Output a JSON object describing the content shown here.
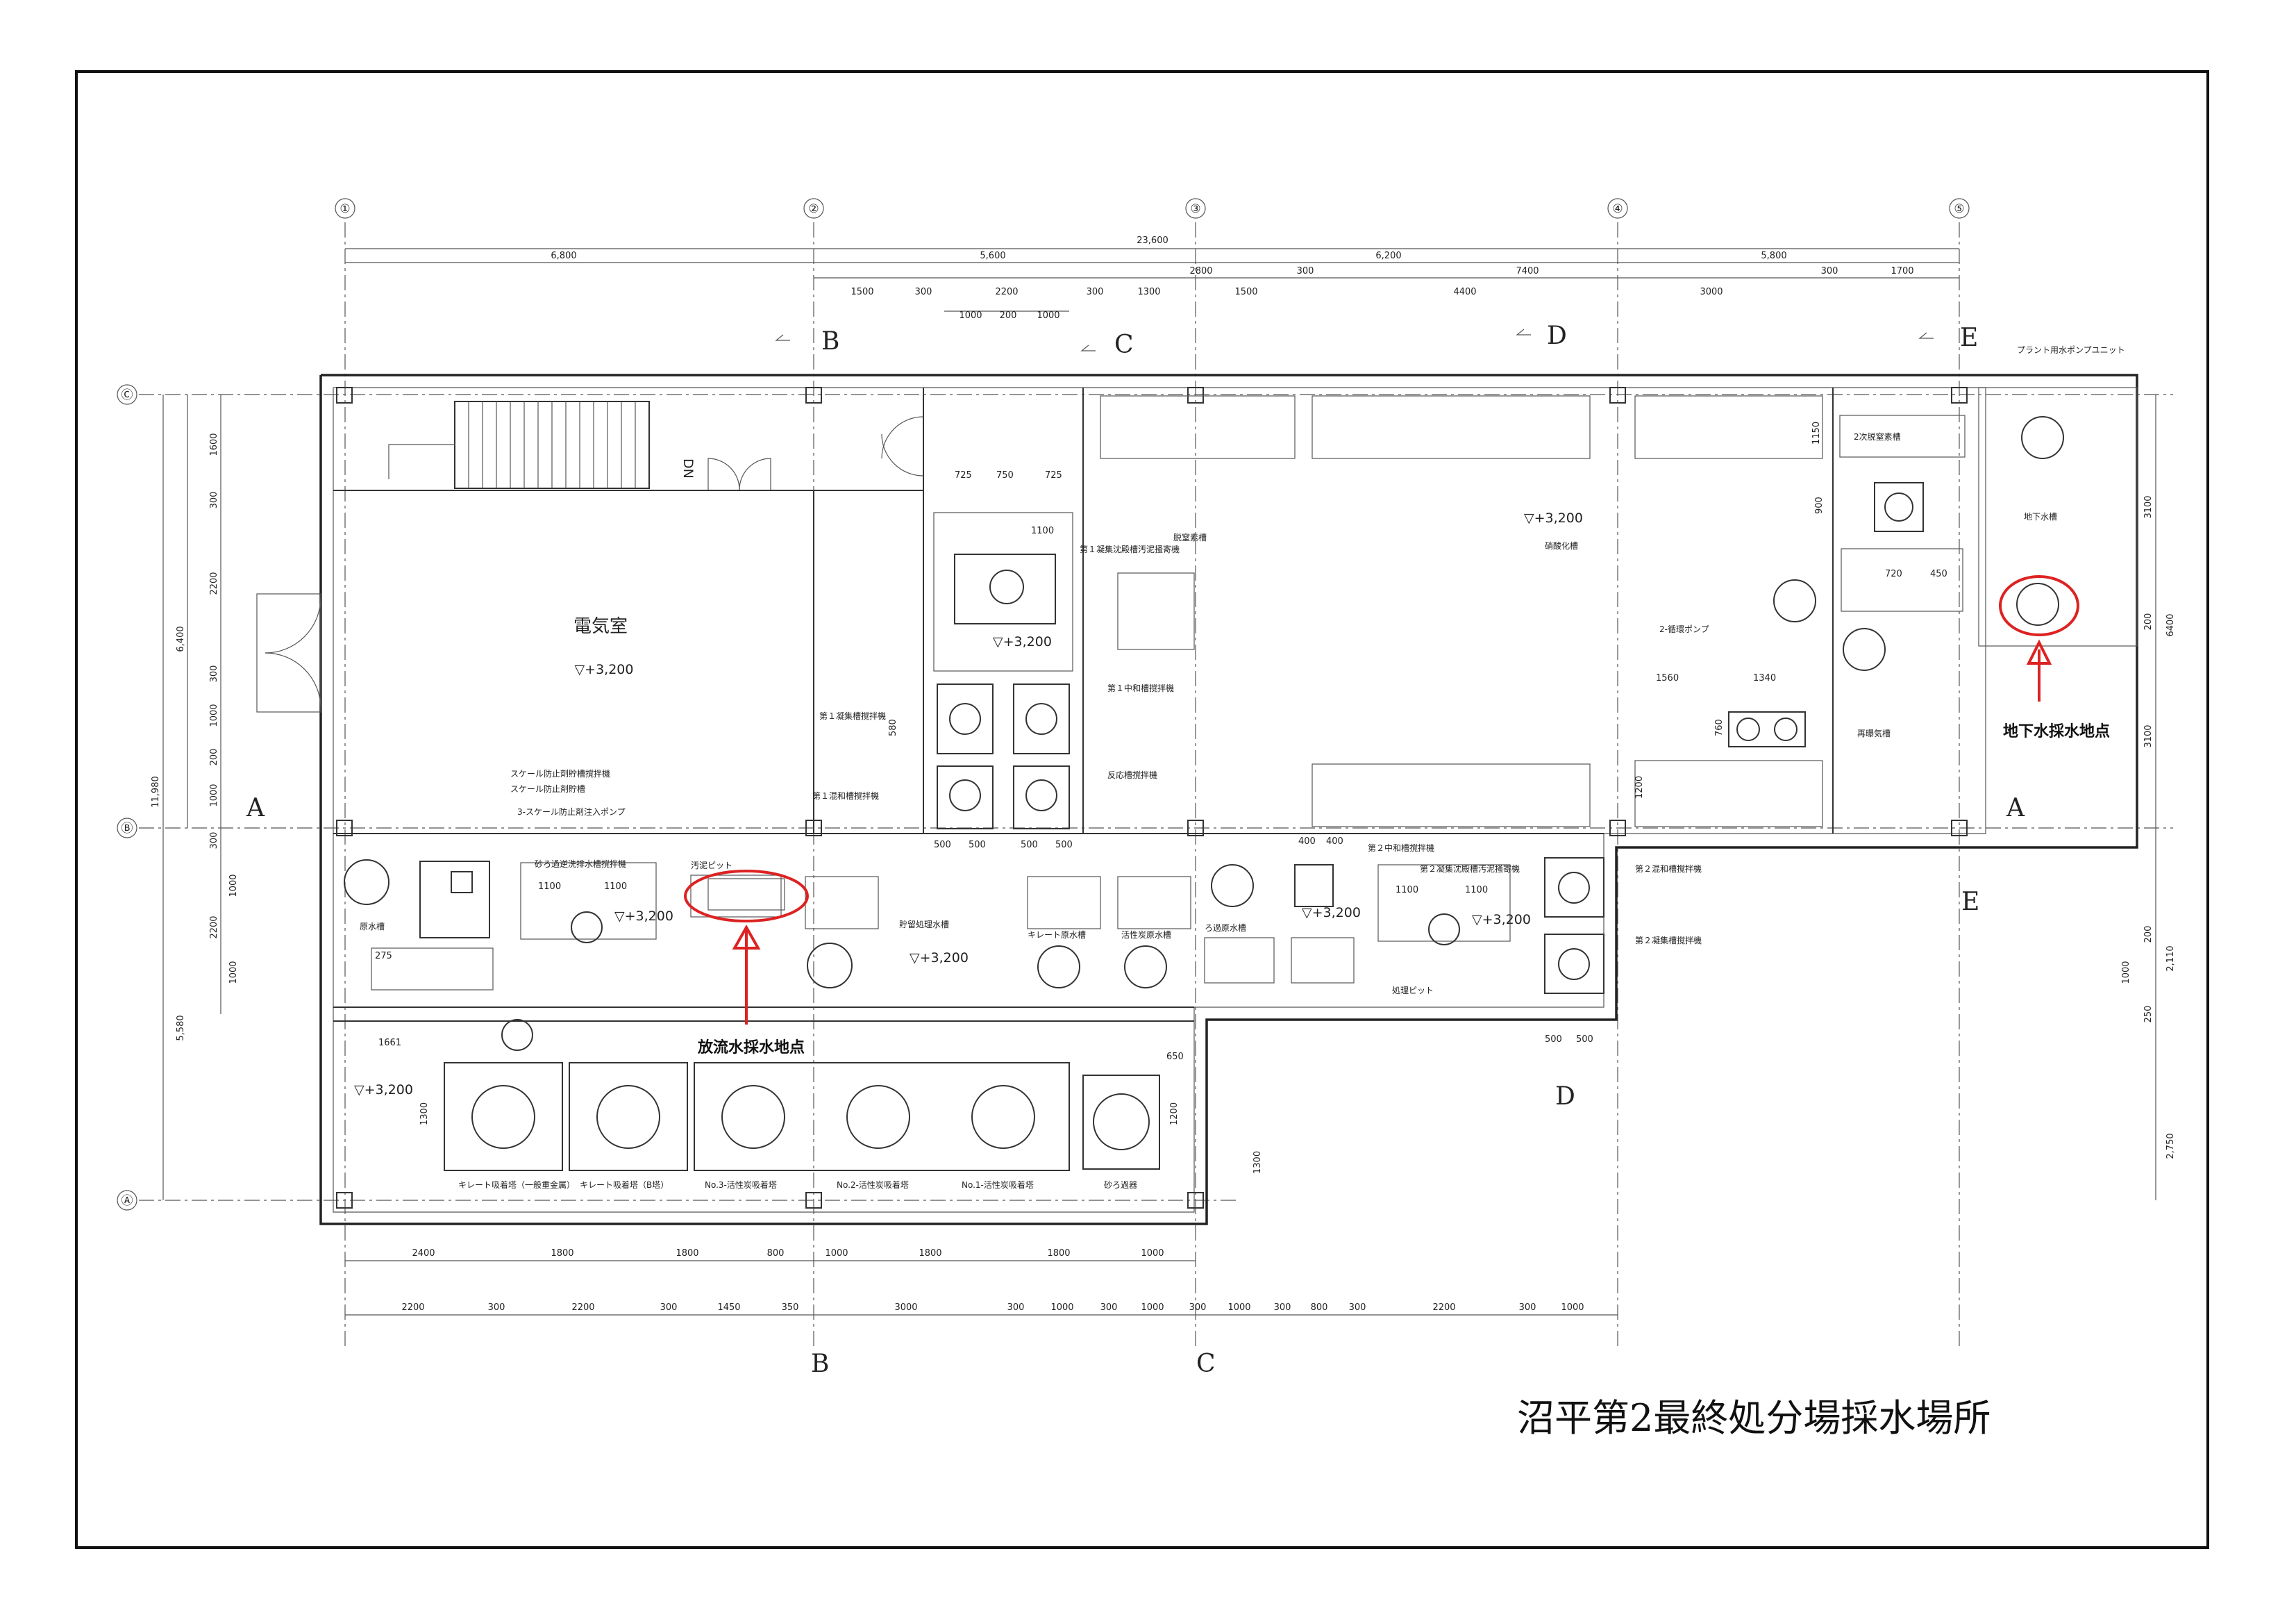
{
  "title": "沼平第2最終処分場採水場所",
  "axes_columns": [
    "①",
    "②",
    "③",
    "④",
    "⑤"
  ],
  "axes_rows": [
    "Ⓒ",
    "Ⓑ",
    "Ⓐ"
  ],
  "sections": {
    "b": "B",
    "c": "C",
    "d": "D",
    "e": "E",
    "a": "A"
  },
  "rooms": {
    "electrical": "電気室",
    "dn": "DN",
    "raw_water_tank": "原水槽",
    "storage_tank": "貯留処理水槽",
    "chelate_raw": "キレート原水槽",
    "activated_carbon_raw": "活性炭原水槽",
    "filtered_tank": "ろ過原水槽",
    "denitrif": "脱窒素槽",
    "nitrif": "硝酸化槽",
    "reaeration": "再曝気槽",
    "second_denitrif": "2次脱窒素槽",
    "groundwater_tank": "地下水槽",
    "sludge_pit": "汚泥ピット",
    "treated_pit": "処理ピット"
  },
  "equipment": {
    "plant_pump_unit": "プラント用水ポンプユニット",
    "first_coag": "第１凝集沈殿槽汚泥掻寄機",
    "first_neutral": "第１中和槽撹拌機",
    "first_coag_mix": "第１凝集槽撹拌機",
    "first_acid": "第１混和槽撹拌機",
    "reaction_mix": "反応槽撹拌機",
    "scale_mix": "スケール防止剤貯槽撹拌機",
    "scale_tank": "スケール防止剤貯槽",
    "scale_pump": "3-スケール防止剤注入ポンプ",
    "sand_filter_sludge": "砂ろ過逆洗排水槽撹拌機",
    "second_neutral": "第２中和槽撹拌機",
    "second_coag": "第２凝集沈殿槽汚泥掻寄機",
    "second_acid": "第２混和槽撹拌機",
    "second_coag_mix": "第２凝集槽撹拌機",
    "pump_2": "2-循環ポンプ",
    "tower_chelate_heavy": "キレート吸着塔（一般重金属）",
    "tower_chelate_b": "キレート吸着塔（B塔）",
    "tower_no3": "No.3-活性炭吸着塔",
    "tower_no2": "No.2-活性炭吸着塔",
    "tower_no1": "No.1-活性炭吸着塔",
    "sand_filter": "砂ろ過器"
  },
  "levels": {
    "plus3200": "▽+3,200"
  },
  "sampling_points": {
    "effluent": "放流水採水地点",
    "groundwater": "地下水採水地点"
  },
  "dims_top_row1": [
    "23,600"
  ],
  "dims_top_row2": [
    "6,800",
    "5,600",
    "6,200",
    "5,800"
  ],
  "dims_top_row3": [
    "1500",
    "300",
    "2200",
    "300",
    "1300",
    "1500",
    "2800",
    "300",
    "4400",
    "7400",
    "3000",
    "300",
    "1700"
  ],
  "dims_top_row4": [
    "1000",
    "200",
    "1000"
  ],
  "dims_left_outer": [
    "11,980",
    "6,400",
    "5,580"
  ],
  "dims_left_inner": [
    "1600",
    "300",
    "2200",
    "300",
    "1000",
    "200",
    "1000",
    "300",
    "1000",
    "2200",
    "1000"
  ],
  "dims_bottom_row1": [
    "2400",
    "1800",
    "1800",
    "800",
    "1000",
    "1800",
    "1800",
    "1000"
  ],
  "dims_bottom_row2": [
    "2200",
    "300",
    "2200",
    "300",
    "1450",
    "350",
    "3000",
    "300",
    "1000",
    "300",
    "1000",
    "300",
    "1000",
    "300",
    "800",
    "300",
    "2200",
    "300",
    "1000"
  ],
  "dims_right": [
    "3100",
    "6400",
    "200",
    "3100",
    "2,110",
    "1000",
    "200",
    "250",
    "2,750"
  ],
  "dims_inner": {
    "d725a": "725",
    "d750": "750",
    "d725b": "725",
    "d1100": "1100",
    "d500": "500",
    "d580": "580",
    "d1200": "1200",
    "d1150": "1150",
    "d275": "275",
    "d1661": "1661",
    "d650": "650",
    "d1300": "1300",
    "d400": "400",
    "d900": "900",
    "d720": "720",
    "d450": "450",
    "d1560": "1560",
    "d1340": "1340",
    "d760": "760"
  }
}
